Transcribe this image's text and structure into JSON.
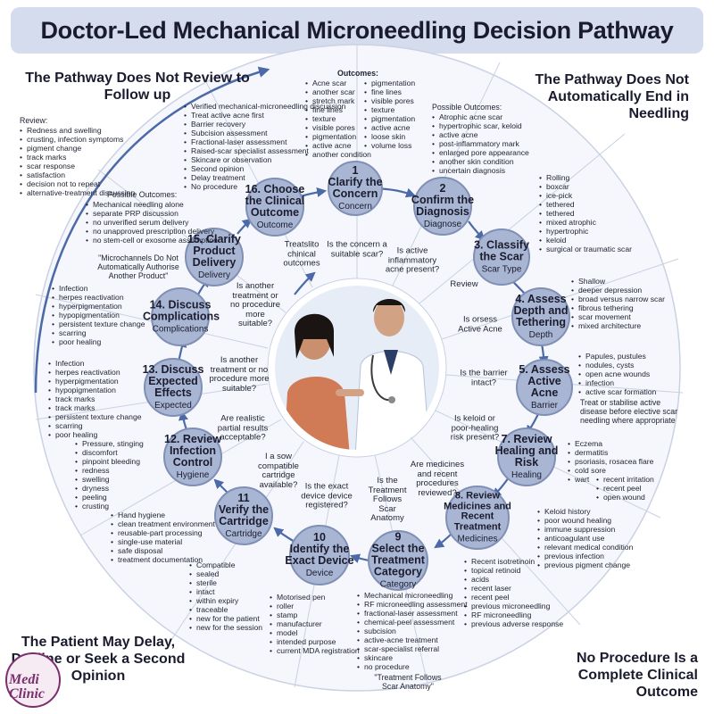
{
  "title": "Doctor-Led Mechanical Microneedling Decision Pathway",
  "corners": {
    "top_left": "The Pathway Does Not Review to Follow up",
    "top_right": "The Pathway Does Not Automatically End in Needling",
    "bottom_left": "The Patient May Delay, Decline or Seek a Second Opinion",
    "bottom_right": "No Procedure Is a Complete Clinical Outcome"
  },
  "nodes": [
    {
      "num": "1",
      "title": "Clarify the Concern",
      "sub": "Concern"
    },
    {
      "num": "2",
      "title": "Confirm the Diagnosis",
      "sub": "Diagnose"
    },
    {
      "num": "3",
      "title": "Classify the Scar",
      "sub": "Scar Type"
    },
    {
      "num": "4",
      "title": "Assess Depth and Tethering",
      "sub": "Depth"
    },
    {
      "num": "5",
      "title": "Assess Active Acne",
      "sub": "Barrier"
    },
    {
      "num": "7",
      "title": "Review Healing and Risk",
      "sub": "Healing"
    },
    {
      "num": "8",
      "title": "Review Medicines and Recent Treatment",
      "sub": "Medicines"
    },
    {
      "num": "9",
      "title": "Select the Treatment Category",
      "sub": "Category"
    },
    {
      "num": "10",
      "title": "Identify the Exact Device",
      "sub": "Device"
    },
    {
      "num": "11",
      "title": "Verify the Cartridge",
      "sub": "Cartridge"
    },
    {
      "num": "12",
      "title": "Review Infection Control",
      "sub": "Hygiene"
    },
    {
      "num": "13",
      "title": "Discuss Expected Effects",
      "sub": "Expected"
    },
    {
      "num": "14",
      "title": "Discuss Complications",
      "sub": "Complications"
    },
    {
      "num": "15",
      "title": "Clarify Product Delivery",
      "sub": "Delivery"
    },
    {
      "num": "16",
      "title": "Choose the Clinical Outcome",
      "sub": "Outcome"
    }
  ],
  "questions": [
    "Is the concern a suitable scar?",
    "Is active inflammatory acne present?",
    "Review",
    "Is orsess Active Acne",
    "Is the barrier intact?",
    "Is keloid or poor-healing risk present?",
    "Are medicines and recent procedures reviewed?",
    "Is the Treatment Follows Scar Anatomy",
    "Is the exact device device registered?",
    "I a sow compatible cartridge available?",
    "Are realistic partial results acceptable?",
    "Is another treatment or no procedure more suitable?",
    "Is another treatment or no procedure more suitable?",
    "Treatslito chinical outcomes"
  ],
  "lists": {
    "review": {
      "label": "Review:",
      "items": [
        "Redness and swelling",
        "crusting, infection symptoms",
        "pigment change",
        "track marks",
        "scar response",
        "satisfaction",
        "decision not to repeat",
        "alternative-treatment discussion"
      ]
    },
    "outcomes1": {
      "label": "Outcomes:",
      "col1": [
        "Acne scar",
        "another scar",
        "stretch mark",
        "fine lines",
        "texture",
        "visible pores",
        "pigmentation",
        "active acne",
        "another condition"
      ],
      "col2": [
        "pigmentation",
        "fine lines",
        "visible pores",
        "texture",
        "pigmentation",
        "active acne",
        "loose skin",
        "volume loss"
      ]
    },
    "outcomes2": {
      "label": "Possible Outcomes:",
      "items": [
        "Atrophic acne scar",
        "hypertrophic scar, keloid",
        "active acne",
        "post-inflammatory mark",
        "enlarged pore appearance",
        "another skin condition",
        "uncertain diagnosis"
      ]
    },
    "scar_types": {
      "items": [
        "Rolling",
        "boxcar",
        "ice-pick",
        "tethered",
        "tethered",
        "mixed atrophic",
        "hypertrophic",
        "keloid",
        "surgical or traumatic scar"
      ]
    },
    "depth": {
      "items": [
        "Shallow",
        "deeper depression",
        "broad versus narrow scar",
        "fibrous tethering",
        "scar movement",
        "mixed architecture"
      ]
    },
    "acne": {
      "items": [
        "Papules,    pustules",
        "nodules,    cysts",
        "open acne wounds",
        "infection",
        "active scar formation"
      ],
      "note": "Treat or stabilise active disease before elective scar needling where appropriate"
    },
    "healing": {
      "items": [
        "Eczema",
        "dermatitis",
        "psoriasis,    rosacea flare",
        "cold sore",
        "wart"
      ],
      "items2": [
        "recent irritation",
        "recent peel",
        "open wound"
      ]
    },
    "medicines": {
      "items": [
        "Keloid history",
        "poor wound healing",
        "immune suppression",
        "anticoagulant use",
        "relevant medical condition",
        "previous infection",
        "previous pigment change"
      ]
    },
    "recent": {
      "items": [
        "Recent isotretinoin",
        "topical retinoid",
        "acids",
        "recent laser",
        "recent peel",
        "previous microneedling",
        "RF microneedling",
        "previous adverse response"
      ]
    },
    "category": {
      "items": [
        "Mechanical microneedling",
        "RF microneedling assessment",
        "fractional-laser assessment",
        "chemical-peel assessment",
        "subcision",
        "active-acne treatment",
        "scar-specialist referral",
        "skincare",
        "no procedure"
      ],
      "quote": "\"Treatment Follows Scar Anatomy\""
    },
    "device": {
      "items": [
        "Motorised pen",
        "roller",
        "stamp",
        "manufacturer",
        "model",
        "intended purpose",
        "current MDA registration"
      ]
    },
    "cartridge": {
      "items": [
        "Compatible",
        "sealed",
        "sterile",
        "intact",
        "within expiry",
        "traceable",
        "new for the patient",
        "new for the session"
      ]
    },
    "hygiene": {
      "items": [
        "Hand hygiene",
        "clean treatment environment",
        "reusable-part processing",
        "single-use material",
        "safe disposal",
        "treatment documentation"
      ]
    },
    "expected": {
      "items": [
        "Pressure,    stinging",
        "discomfort",
        "pinpoint bleeding",
        "redness",
        "swelling",
        "dryness",
        "peeling",
        "crusting"
      ]
    },
    "complications13": {
      "items": [
        "Infection",
        "herpes reactivation",
        "hyperpigmentation",
        "hypopigmentation",
        "track marks",
        "track marks",
        "persistent texture change",
        "scarring",
        "poor healing"
      ]
    },
    "complications14": {
      "items": [
        "Infection",
        "herpes reactivation",
        "hyperpigmentation",
        "hypopigmentation",
        "persistent texture change",
        "scarring",
        "poor healing"
      ]
    },
    "delivery": {
      "label": "Possible Outcomes:",
      "items": [
        "Mechanical needling alone",
        "separate PRP discussion",
        "no unverified serum delivery",
        "no unapproved prescription delivery",
        "no stem-cell or exosome assumption"
      ],
      "quote": "\"Microchannels Do Not Automatically Authorise Another Product\""
    },
    "outcome16": {
      "items": [
        "Verified mechanical-microneedling discussion",
        "Treat active acne first",
        "Barrier recovery",
        "Subcision assessment",
        "Fractional-laser assessment",
        "Raised-scar specialist assessment",
        "Skincare or observation",
        "Second opinion",
        "Delay treatment",
        "No procedure"
      ]
    }
  },
  "logo": {
    "line1": "Medi",
    "line2": "Clinic"
  },
  "colors": {
    "banner": "#d4dced",
    "node_fill": "#a9b6d3",
    "node_stroke": "#7f8fb5",
    "arrow": "#4c6aa8",
    "ring": "#eef1f8",
    "logo": "#7a2f6f"
  }
}
